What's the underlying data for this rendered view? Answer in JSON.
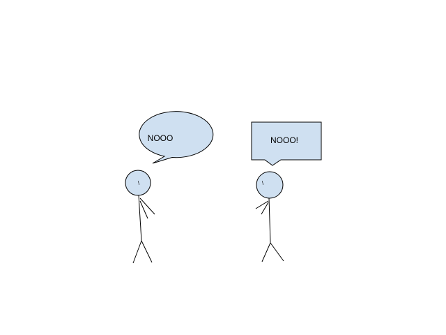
{
  "colors": {
    "fill": "#cfe0f1",
    "stroke": "#000000",
    "background": "#ffffff"
  },
  "left_figure": {
    "speech": "NOOO",
    "bubble_shape": "ellipse",
    "eye_mark": "\\"
  },
  "right_figure": {
    "speech": "NOOO!",
    "bubble_shape": "rectangle",
    "eye_mark": "\\"
  }
}
